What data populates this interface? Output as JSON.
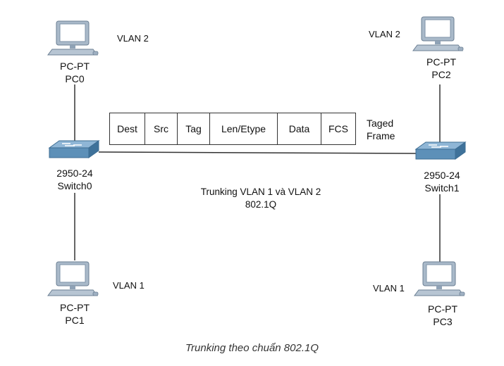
{
  "pcs": [
    {
      "model": "PC-PT",
      "name": "PC0",
      "vlan": "VLAN 2"
    },
    {
      "model": "PC-PT",
      "name": "PC2",
      "vlan": "VLAN 2"
    },
    {
      "model": "PC-PT",
      "name": "PC1",
      "vlan": "VLAN 1"
    },
    {
      "model": "PC-PT",
      "name": "PC3",
      "vlan": "VLAN 1"
    }
  ],
  "switches": [
    {
      "model": "2950-24",
      "name": "Switch0"
    },
    {
      "model": "2950-24",
      "name": "Switch1"
    }
  ],
  "frame": {
    "fields": [
      "Dest",
      "Src",
      "Tag",
      "Len/Etype",
      "Data",
      "FCS"
    ],
    "label_line1": "Taged",
    "label_line2": "Frame"
  },
  "trunk": {
    "line1": "Trunking VLAN 1 và VLAN 2",
    "line2": "802.1Q"
  },
  "caption": "Trunking theo chuẩn 802.1Q",
  "colors": {
    "monitor_frame": "#a9b9c9",
    "screen": "#ffffff",
    "switch_body": "#5d90b8",
    "switch_top": "#8fb6d6"
  }
}
